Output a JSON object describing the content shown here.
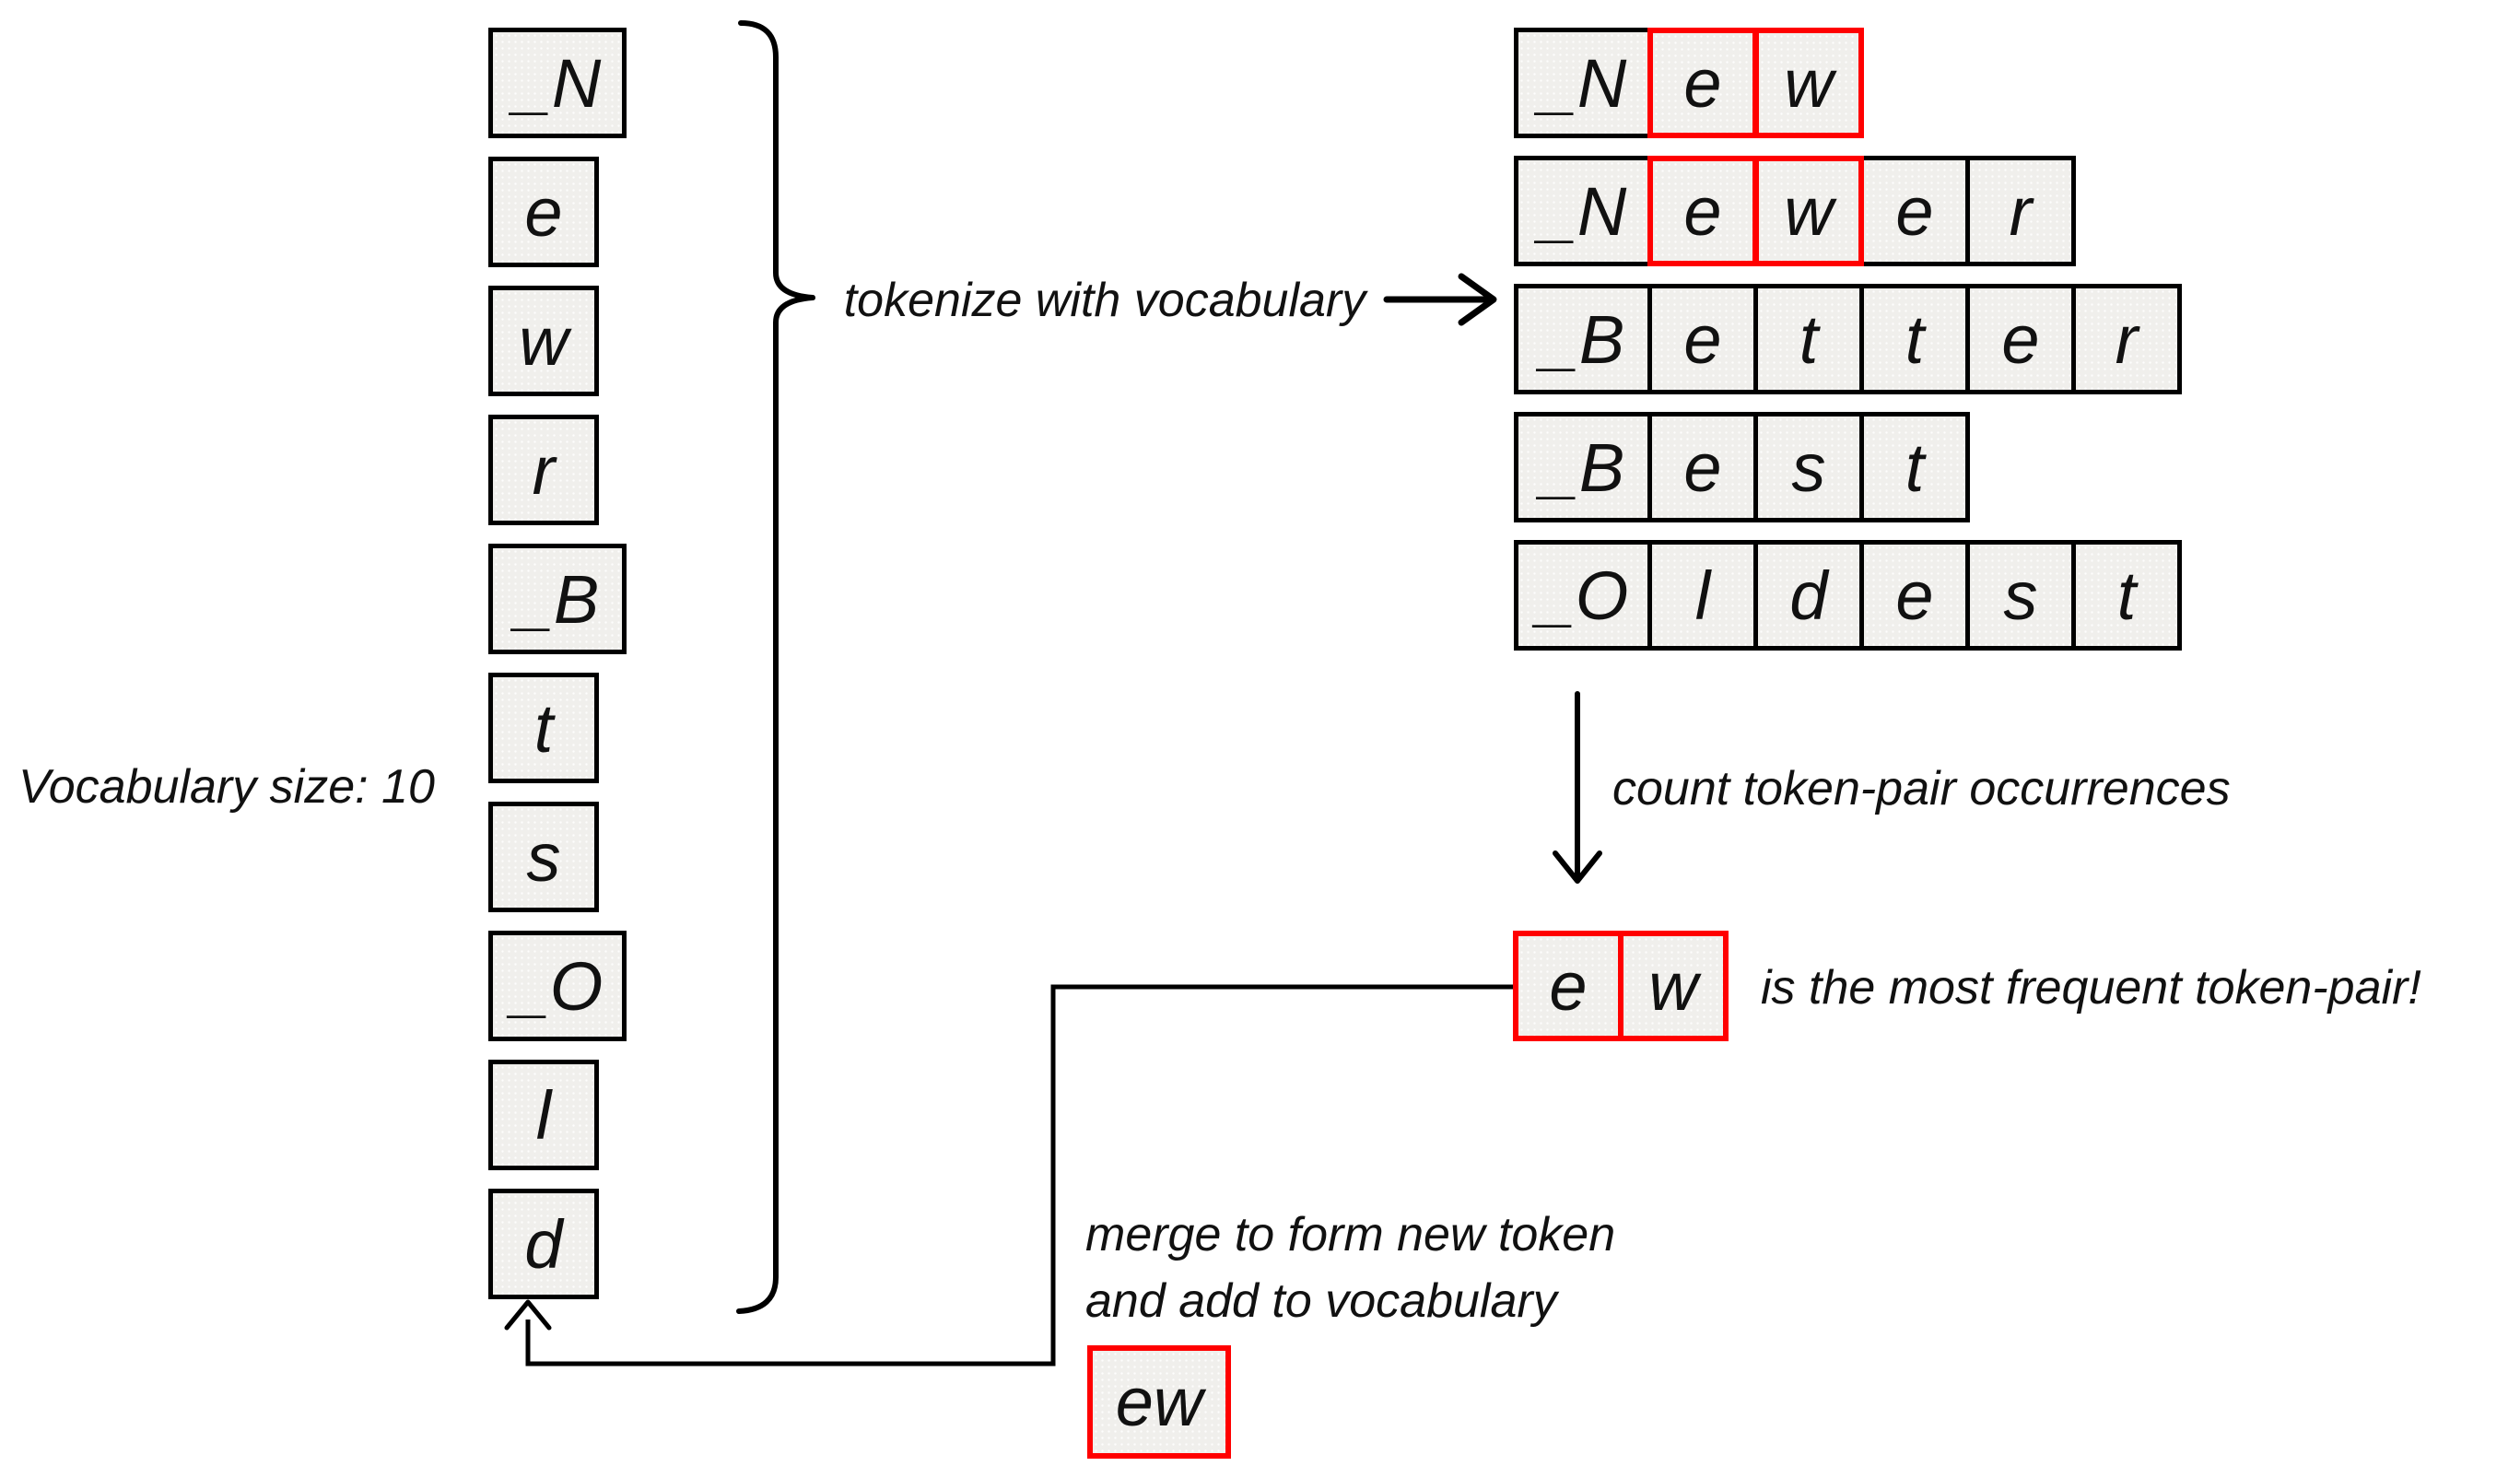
{
  "colors": {
    "highlight_red": "#FF0000",
    "box_border_black": "#000000",
    "box_fill_gray": "#F0EFEC"
  },
  "vocabulary": {
    "label": "Vocabulary size: 10",
    "tokens": [
      "_N",
      "e",
      "w",
      "r",
      "_B",
      "t",
      "s",
      "_O",
      "l",
      "d"
    ]
  },
  "annotations": {
    "tokenize_label": "tokenize with vocabulary",
    "count_label": "count token-pair occurrences",
    "most_frequent_label": "is the most frequent token-pair!",
    "merge_label_line1": "merge to form new token",
    "merge_label_line2": "and add to vocabulary"
  },
  "tokenized_words": [
    {
      "word": "_New",
      "cells": [
        {
          "t": "_N",
          "hl": false
        },
        {
          "t": "e",
          "hl": true
        },
        {
          "t": "w",
          "hl": true
        }
      ]
    },
    {
      "word": "_Newer",
      "cells": [
        {
          "t": "_N",
          "hl": false
        },
        {
          "t": "e",
          "hl": true
        },
        {
          "t": "w",
          "hl": true
        },
        {
          "t": "e",
          "hl": false
        },
        {
          "t": "r",
          "hl": false
        }
      ]
    },
    {
      "word": "_Better",
      "cells": [
        {
          "t": "_B",
          "hl": false
        },
        {
          "t": "e",
          "hl": false
        },
        {
          "t": "t",
          "hl": false
        },
        {
          "t": "t",
          "hl": false
        },
        {
          "t": "e",
          "hl": false
        },
        {
          "t": "r",
          "hl": false
        }
      ]
    },
    {
      "word": "_Best",
      "cells": [
        {
          "t": "_B",
          "hl": false
        },
        {
          "t": "e",
          "hl": false
        },
        {
          "t": "s",
          "hl": false
        },
        {
          "t": "t",
          "hl": false
        }
      ]
    },
    {
      "word": "_Oldest",
      "cells": [
        {
          "t": "_O",
          "hl": false
        },
        {
          "t": "l",
          "hl": false
        },
        {
          "t": "d",
          "hl": false
        },
        {
          "t": "e",
          "hl": false
        },
        {
          "t": "s",
          "hl": false
        },
        {
          "t": "t",
          "hl": false
        }
      ]
    }
  ],
  "frequent_pair": {
    "cells": [
      {
        "t": "e",
        "hl": true
      },
      {
        "t": "w",
        "hl": true
      }
    ]
  },
  "merged_token": "ew"
}
